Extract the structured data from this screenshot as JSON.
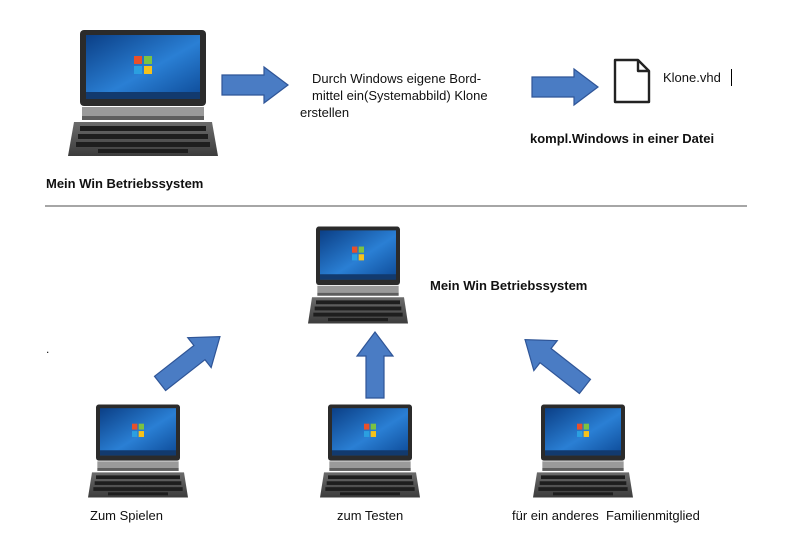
{
  "top": {
    "source_label": "Mein Win Betriebssystem",
    "process_text_line1": "Durch Windows eigene Bord-",
    "process_text_line2": "mittel  ein(Systemabbild) Klone",
    "process_text_line3": "erstellen",
    "file_name": "Klone.vhd",
    "file_caption": "kompl.Windows in einer Datei"
  },
  "bottom": {
    "center_label": "Mein Win Betriebssystem",
    "stray_mark": ".",
    "clones": [
      {
        "label": "Zum Spielen"
      },
      {
        "label": "zum Testen"
      },
      {
        "label": "für ein anderes  Familienmitglied"
      }
    ]
  },
  "colors": {
    "arrow_fill": "#4a7cc4",
    "arrow_stroke": "#2f5597",
    "divider": "#a6a6a6",
    "screen": "#2a6fc0"
  }
}
